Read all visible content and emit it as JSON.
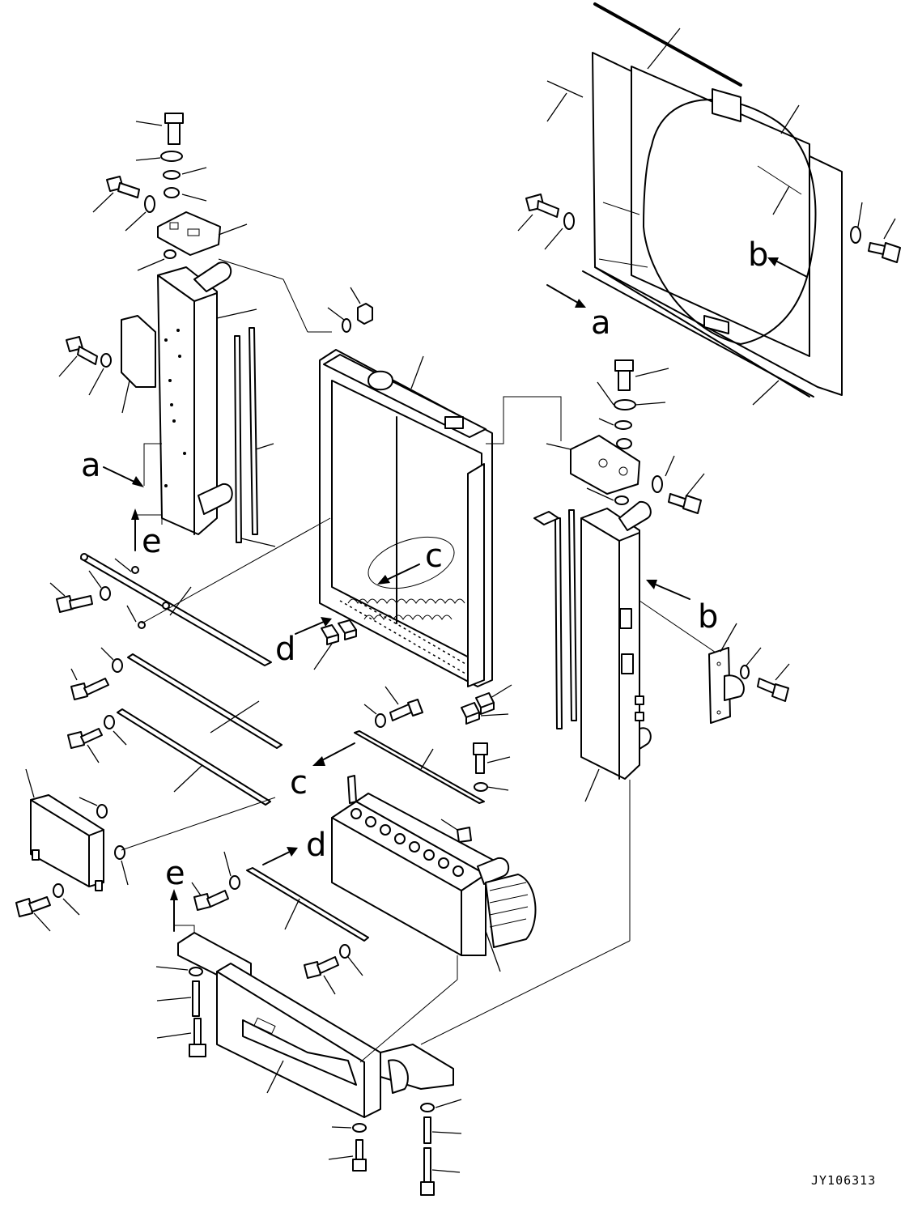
{
  "diagram": {
    "callouts": {
      "a_top": "a",
      "a_left": "a",
      "b_top": "b",
      "b_right": "b",
      "c_center": "c",
      "c_lower": "c",
      "d_center": "d",
      "d_lower": "d",
      "e_left": "e",
      "e_lower": "e"
    },
    "document_id": "JY106313"
  }
}
